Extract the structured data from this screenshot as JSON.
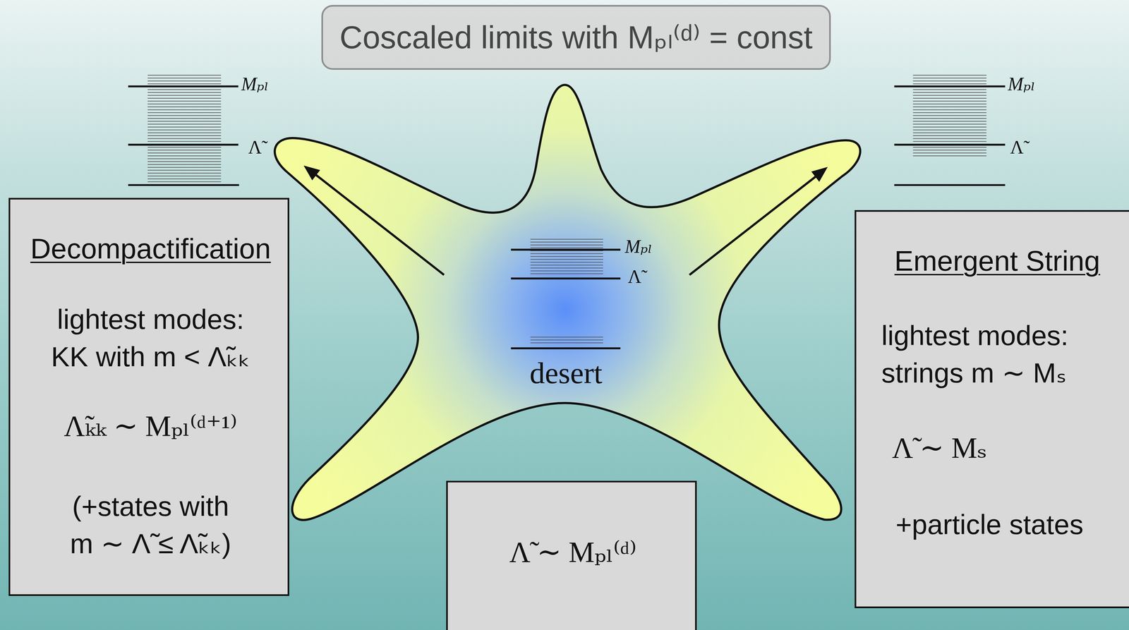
{
  "diagram": {
    "title": "Coscaled limits with Mₚₗ⁽ᵈ⁾ = const",
    "nodes": [
      {
        "text": [
          "Mₚₗ",
          "Λ̃",
          "desert"
        ]
      },
      {
        "text": [
          "Decompactification",
          "lightest modes: KK with m < Λ̃ₖₖ",
          "Λ̃ₖₖ ∼ Mₚₗ⁽ᵈ⁺¹⁾",
          "(+states with m ∼ Λ̃ ≤ Λ̃ₖₖ)"
        ]
      },
      {
        "text": [
          "Emergent String",
          "lightest modes: strings m ∼ Mₛ",
          "Λ̃ ∼ Mₛ",
          "+particle states"
        ]
      },
      {
        "text": [
          "Λ̃ ∼ Mₚₗ⁽ᵈ⁾"
        ]
      }
    ],
    "labels": [
      "Mₚₗ",
      "Λ̃",
      "Mₚₗ",
      "Λ̃"
    ]
  }
}
